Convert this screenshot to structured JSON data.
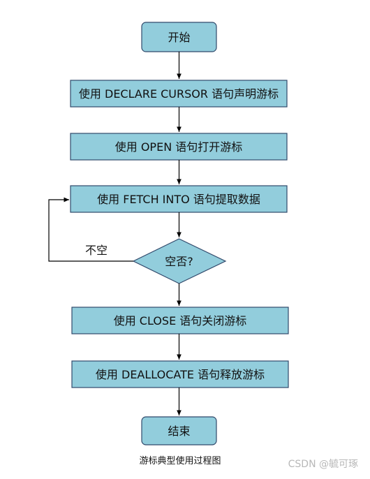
{
  "flowchart": {
    "start": "开始",
    "step_declare": "使用 DECLARE CURSOR 语句声明游标",
    "step_open": "使用 OPEN 语句打开游标",
    "step_fetch": "使用 FETCH INTO 语句提取数据",
    "decision": "空否?",
    "loop_label": "不空",
    "step_close": "使用 CLOSE 语句关闭游标",
    "step_deallocate": "使用 DEALLOCATE 语句释放游标",
    "end": "结束"
  },
  "caption": "游标典型使用过程图",
  "watermark": "CSDN @毓可琢",
  "colors": {
    "box_fill": "#92cddc",
    "box_stroke": "#31496b"
  }
}
